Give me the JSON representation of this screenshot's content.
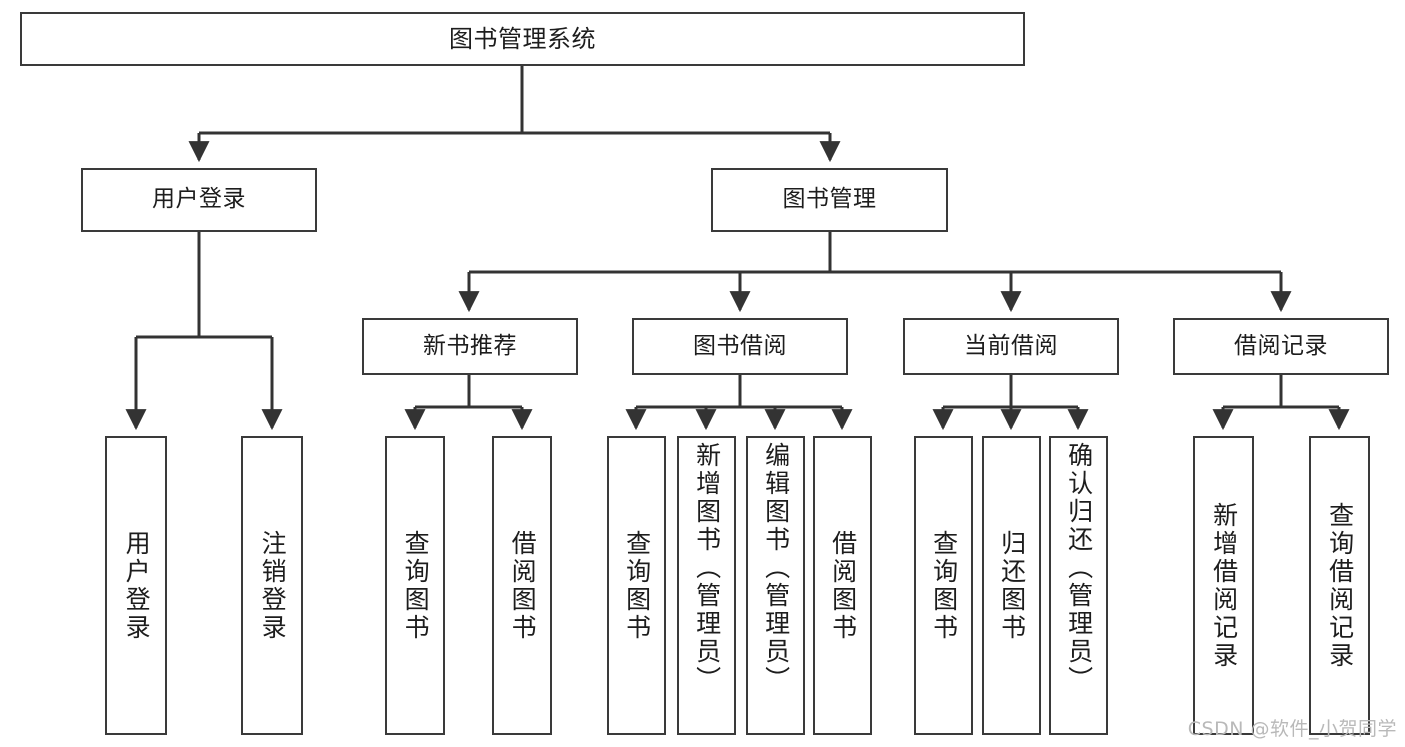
{
  "diagram": {
    "title": "图书管理系统",
    "type": "function-structure-tree",
    "watermark": "CSDN @软件_小贺同学",
    "colors": {
      "background": "#ffffff",
      "border": "#3a3a3a",
      "text": "#1d1d1d",
      "edge": "#333333",
      "watermark": "#b9b9b9"
    },
    "nodes": {
      "root": {
        "label": "图书管理系统"
      },
      "level2": [
        {
          "label": "用户登录"
        },
        {
          "label": "图书管理"
        }
      ],
      "level3": [
        {
          "label": "新书推荐"
        },
        {
          "label": "图书借阅"
        },
        {
          "label": "当前借阅"
        },
        {
          "label": "借阅记录"
        }
      ],
      "leaves": {
        "user_login": [
          {
            "label": "用户登录"
          },
          {
            "label": "注销登录"
          }
        ],
        "new_book_recommend": [
          {
            "label": "查询图书"
          },
          {
            "label": "借阅图书"
          }
        ],
        "book_borrow": [
          {
            "label": "查询图书"
          },
          {
            "label": "新增图书（管理员）"
          },
          {
            "label": "编辑图书（管理员）"
          },
          {
            "label": "借阅图书"
          }
        ],
        "current_borrow": [
          {
            "label": "查询图书"
          },
          {
            "label": "归还图书"
          },
          {
            "label": "确认归还（管理员）"
          }
        ],
        "borrow_record": [
          {
            "label": "新增借阅记录"
          },
          {
            "label": "查询借阅记录"
          }
        ]
      }
    }
  }
}
